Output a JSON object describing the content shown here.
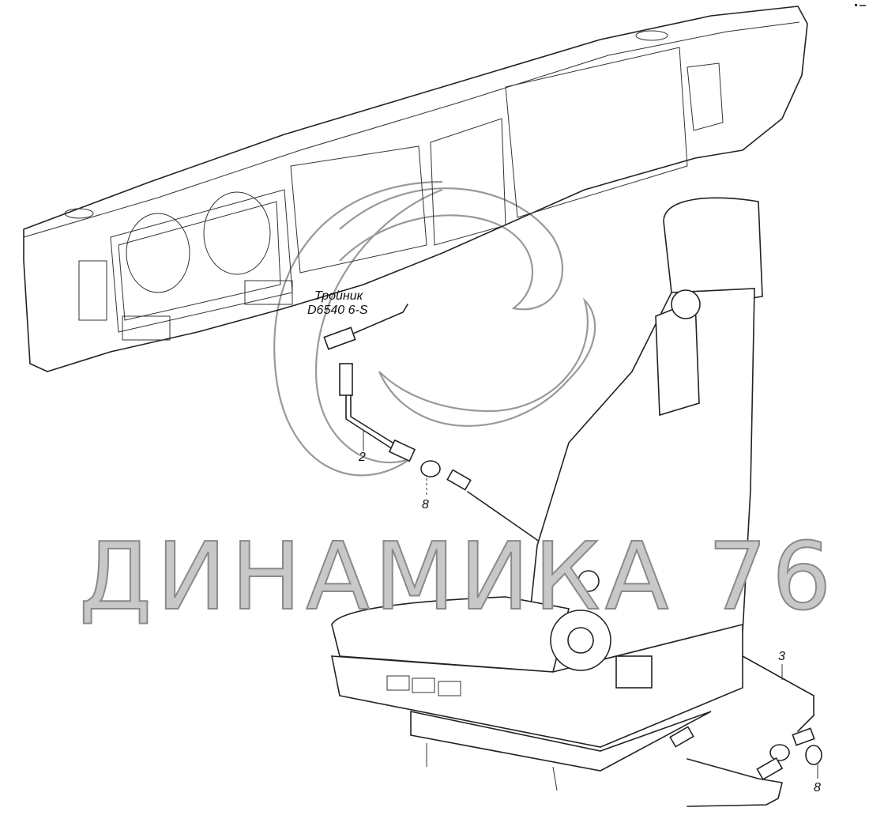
{
  "callouts": {
    "tee_name": "Тройник",
    "tee_code": "D6540 6-S",
    "part_2": "2",
    "part_8_upper": "8",
    "part_3": "3",
    "part_8_lower": "8"
  },
  "watermark": "ДИНАМИКА 76",
  "colors": {
    "line": "#222222",
    "watermark": "#8a8a8a",
    "background": "#ffffff"
  }
}
